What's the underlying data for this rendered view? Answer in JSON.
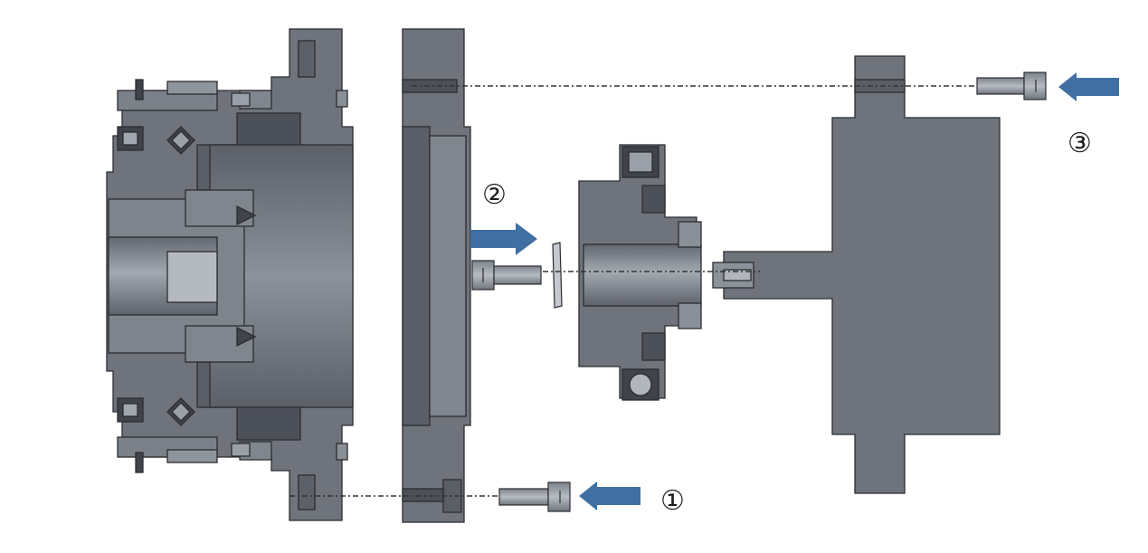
{
  "colors": {
    "part": "#6e737c",
    "part_dark": "#3f434a",
    "part_light": "#9aa0a8",
    "shaft_light": "#a9aeb6",
    "outline": "#2b2d31",
    "arrow": "#3f6fa3",
    "centerline": "#333333"
  },
  "steps": [
    {
      "label": "①"
    },
    {
      "label": "②"
    },
    {
      "label": "③"
    }
  ],
  "icons": {
    "arrow": "arrow-right-icon",
    "bolt": "bolt-icon"
  }
}
